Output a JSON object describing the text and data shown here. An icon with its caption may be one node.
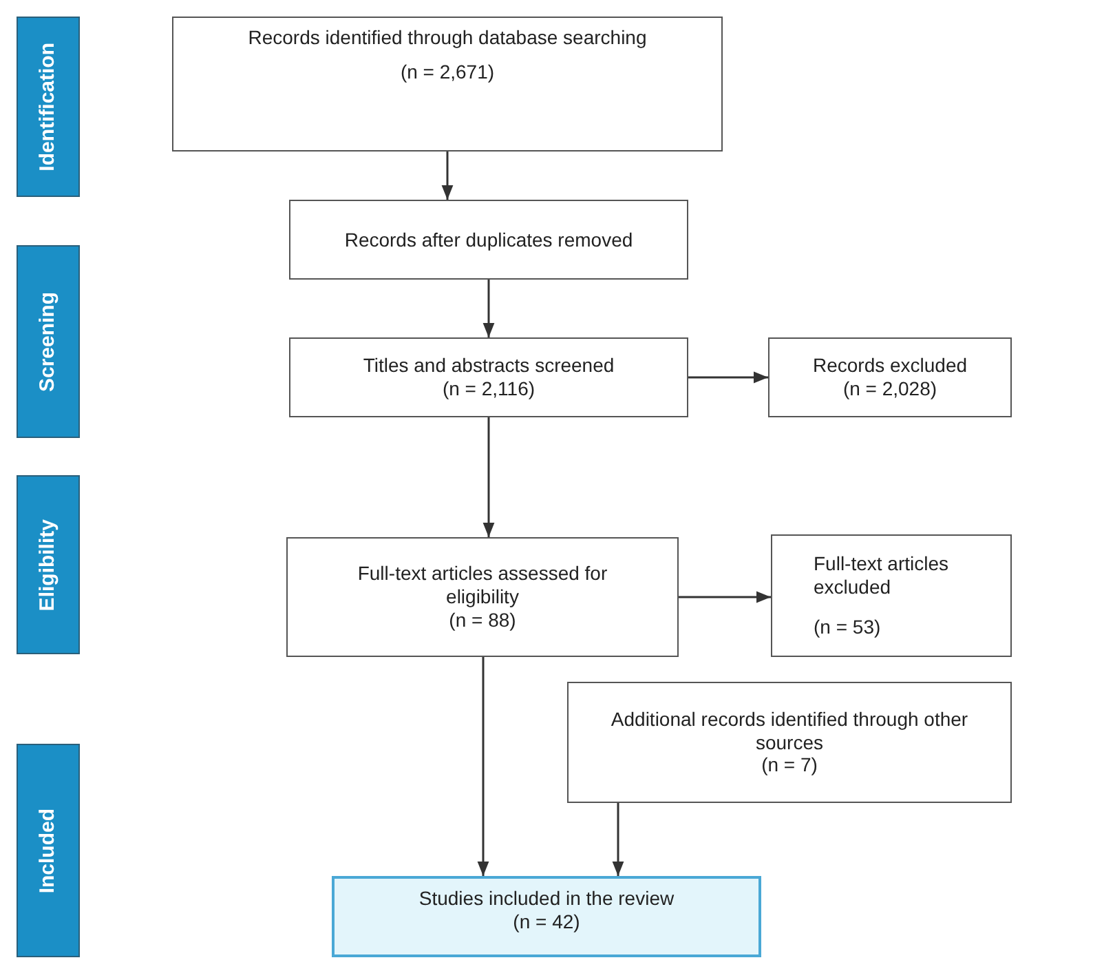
{
  "diagram": {
    "nodes": [
      {
        "text": [
          "Identification"
        ]
      },
      {
        "text": [
          "Records identified through database searching",
          "(n = 2,671)"
        ]
      },
      {
        "text": [
          "Records after duplicates removed"
        ]
      },
      {
        "text": [
          "Screening"
        ]
      },
      {
        "text": [
          "Titles and abstracts screened",
          "(n = 2,116)"
        ]
      },
      {
        "text": [
          "Records excluded",
          "(n = 2,028)"
        ]
      },
      {
        "text": [
          "Eligibility"
        ]
      },
      {
        "text": [
          "Full-text articles assessed for eligibility",
          "(n = 88)"
        ]
      },
      {
        "text": [
          "Full-text articles excluded",
          "(n = 53)"
        ]
      },
      {
        "text": [
          "Additional records identified through other sources",
          "(n = 7)"
        ]
      },
      {
        "text": [
          "Included"
        ]
      },
      {
        "text": [
          "Studies included in the review",
          "(n = 42)"
        ]
      }
    ],
    "edges": [
      {
        "from": 1,
        "to": 2,
        "arrow": "to"
      },
      {
        "from": 2,
        "to": 4,
        "arrow": "to"
      },
      {
        "from": 4,
        "to": 5,
        "arrow": "to"
      },
      {
        "from": 4,
        "to": 7,
        "arrow": "to"
      },
      {
        "from": 7,
        "to": 8,
        "arrow": "to"
      },
      {
        "from": 7,
        "to": 11,
        "arrow": "to"
      },
      {
        "from": 9,
        "to": 11,
        "arrow": "to"
      }
    ]
  }
}
